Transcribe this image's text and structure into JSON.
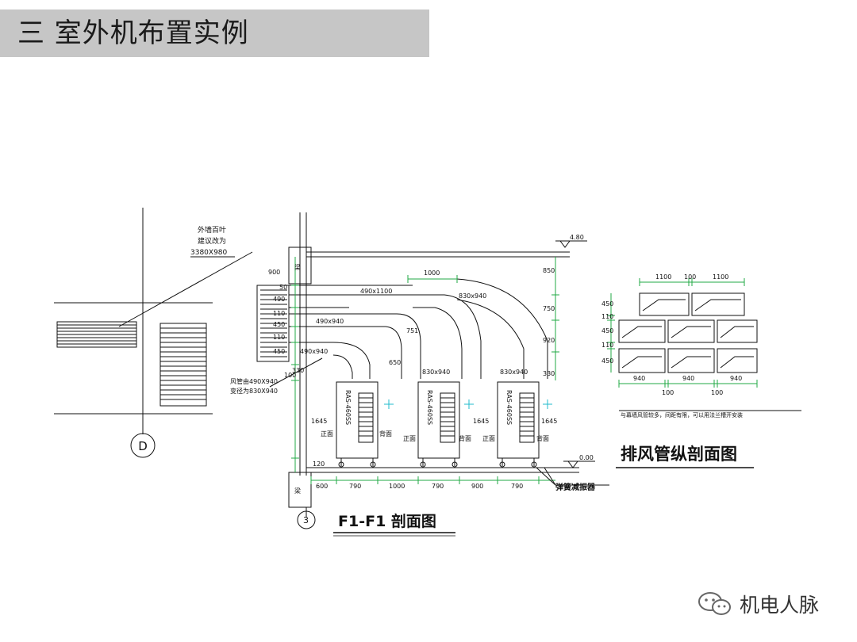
{
  "header": {
    "title": "三  室外机布置实例"
  },
  "plan_view": {
    "axis_label": "D"
  },
  "section_f1": {
    "title": "F1-F1  剖面图",
    "axis_label": "3",
    "elevation_top": "4.80",
    "elevation_floor": "0.00",
    "beam_label": "梁",
    "louver_note_1": "外墙百叶",
    "louver_note_2": "建议改为",
    "louver_note_3": "3380X980",
    "duct_note_1": "风管由490X940",
    "duct_note_2": "变径为830X940",
    "duct_size_top": "490x1100",
    "duct_size_mid": "490x940",
    "duct_size_upper_right": "830x940",
    "duct_size_small": "490x940",
    "duct_size_unit1": "830x940",
    "duct_size_unit2": "830x940",
    "dim_top_span": "1000",
    "dim_left_900": "900",
    "dim_left_50": "50",
    "dim_left_490": "490",
    "dim_left_110a": "110",
    "dim_left_450": "450",
    "dim_left_110b": "110",
    "dim_left_450b": "450",
    "dim_left_100": "100",
    "dim_left_330": "330",
    "dim_left_1645": "1645",
    "dim_left_120": "120",
    "dim_right_850": "850",
    "dim_right_750": "750",
    "dim_right_920": "920",
    "dim_right_330": "330",
    "dim_right_1645a": "1645",
    "dim_right_1645b": "1645",
    "dim_duct_751": "751",
    "dim_duct_650": "650",
    "dim_bottom": [
      "600",
      "790",
      "1000",
      "790",
      "900",
      "790"
    ],
    "unit_model": "RAS-460SS",
    "label_front": "正面",
    "label_back": "背面",
    "spring_label": "弹簧减振器"
  },
  "exhaust_section": {
    "title": "排风管纵剖面图",
    "dim_top": [
      "1100",
      "100",
      "1100"
    ],
    "dim_left": [
      "450",
      "110",
      "450",
      "110",
      "450"
    ],
    "dim_bottom_940": [
      "940",
      "940",
      "940"
    ],
    "dim_bottom_100": [
      "100",
      "100"
    ],
    "note": "与幕墙风管较多，间距有限，可以用法兰槽开安装"
  },
  "watermark": {
    "text": "机电人脉"
  },
  "colors": {
    "title_bg": "#c6c6c6",
    "line": "#111111",
    "dim_green": "#22aa44",
    "accent_cyan": "#22bbcc"
  }
}
